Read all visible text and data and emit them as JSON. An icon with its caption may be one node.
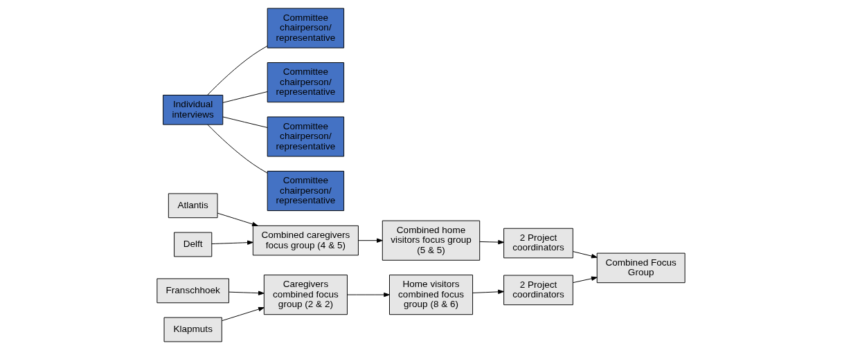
{
  "diagram": {
    "nodes": [
      {
        "text": [
          "Atlantis"
        ]
      },
      {
        "text": [
          "Delft"
        ]
      },
      {
        "text": [
          "Combined caregivers focus group (4 & 5)"
        ]
      },
      {
        "text": [
          "Combined home visitors focus group (5 & 5)"
        ]
      },
      {
        "text": [
          "2 Project coordinators"
        ]
      },
      {
        "text": [
          "Combined Focus Group"
        ]
      },
      {
        "text": [
          "Franschhoek"
        ]
      },
      {
        "text": [
          "Klapmuts"
        ]
      },
      {
        "text": [
          "Caregivers combined focus group (2 & 2)"
        ]
      },
      {
        "text": [
          "Home visitors combined focus group (8 & 6)"
        ]
      },
      {
        "text": [
          "2 Project coordinators"
        ]
      },
      {
        "text": [
          "Individual interviews"
        ]
      },
      {
        "text": [
          "Committee chairperson/ representative"
        ]
      },
      {
        "text": [
          "Committee chairperson/ representative"
        ]
      },
      {
        "text": [
          "Committee chairperson/ representative"
        ]
      },
      {
        "text": [
          "Committee chairperson/ representative"
        ]
      }
    ],
    "edges": [
      {
        "from": 0,
        "to": 2,
        "arrow": "to"
      },
      {
        "from": 1,
        "to": 2,
        "arrow": "to"
      },
      {
        "from": 2,
        "to": 3,
        "arrow": "to"
      },
      {
        "from": 3,
        "to": 4,
        "arrow": "to"
      },
      {
        "from": 4,
        "to": 5,
        "arrow": "to"
      },
      {
        "from": 6,
        "to": 8,
        "arrow": "to"
      },
      {
        "from": 7,
        "to": 8,
        "arrow": "to"
      },
      {
        "from": 8,
        "to": 9,
        "arrow": "to"
      },
      {
        "from": 9,
        "to": 10,
        "arrow": "to"
      },
      {
        "from": 10,
        "to": 5,
        "arrow": "to"
      },
      {
        "from": 11,
        "to": 12,
        "arrow": "none"
      },
      {
        "from": 11,
        "to": 13,
        "arrow": "none"
      },
      {
        "from": 11,
        "to": 14,
        "arrow": "none"
      },
      {
        "from": 11,
        "to": 15,
        "arrow": "none"
      }
    ]
  }
}
